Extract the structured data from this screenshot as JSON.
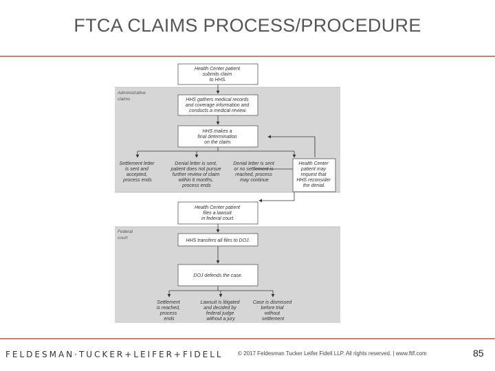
{
  "slide": {
    "title": "FTCA CLAIMS PROCESS/PROCEDURE",
    "page_number": "85",
    "firm": "FELDESMAN·TUCKER+LEIFER+FIDELL",
    "copyright": "© 2017 Feldesman Tucker Leifer Fidell LLP. All rights reserved. | www.ftlf.com"
  },
  "flowchart": {
    "sections": [
      {
        "id": "admin",
        "lines": [
          "Administrative",
          "claims"
        ]
      },
      {
        "id": "federal",
        "lines": [
          "Federal",
          "court"
        ]
      }
    ],
    "nodes": [
      {
        "id": "submit",
        "lines": [
          "Health Center patient",
          "submits claim",
          "to HHS."
        ]
      },
      {
        "id": "gather",
        "lines": [
          "HHS gathers medical records",
          "and coverage information and",
          "conducts a medical review."
        ]
      },
      {
        "id": "determine",
        "lines": [
          "HHS makes a",
          "final determination",
          "on the claim."
        ]
      },
      {
        "id": "settle",
        "lines": [
          "Settlement letter",
          "is sent and",
          "accepted,",
          "process ends"
        ]
      },
      {
        "id": "denial_ends",
        "lines": [
          "Denial letter is sent,",
          "patient does not pursue",
          "further review of claim",
          "within 6 months,",
          "process ends"
        ]
      },
      {
        "id": "denial_continue",
        "lines": [
          "Denial letter is sent",
          "or no settlement is",
          "reached, process",
          "may continue"
        ]
      },
      {
        "id": "reconsider",
        "lines": [
          "Health Center",
          "patient may",
          "request that",
          "HHS reconsider",
          "the denial."
        ]
      },
      {
        "id": "lawsuit",
        "lines": [
          "Health Center patient",
          "files a lawsuit",
          "in federal court."
        ]
      },
      {
        "id": "doj_transfer",
        "lines": [
          "HHS transfers all files to DOJ."
        ]
      },
      {
        "id": "doj_defends",
        "lines": [
          "DOJ defends the case."
        ]
      },
      {
        "id": "court_settle",
        "lines": [
          "Settlement",
          "is reached,",
          "process",
          "ends"
        ]
      },
      {
        "id": "litigated",
        "lines": [
          "Lawsuit is litigated",
          "and decided by",
          "federal judge",
          "without a jury"
        ]
      },
      {
        "id": "dismissed",
        "lines": [
          "Case is dismissed",
          "before trial",
          "without",
          "settlement"
        ]
      }
    ]
  }
}
